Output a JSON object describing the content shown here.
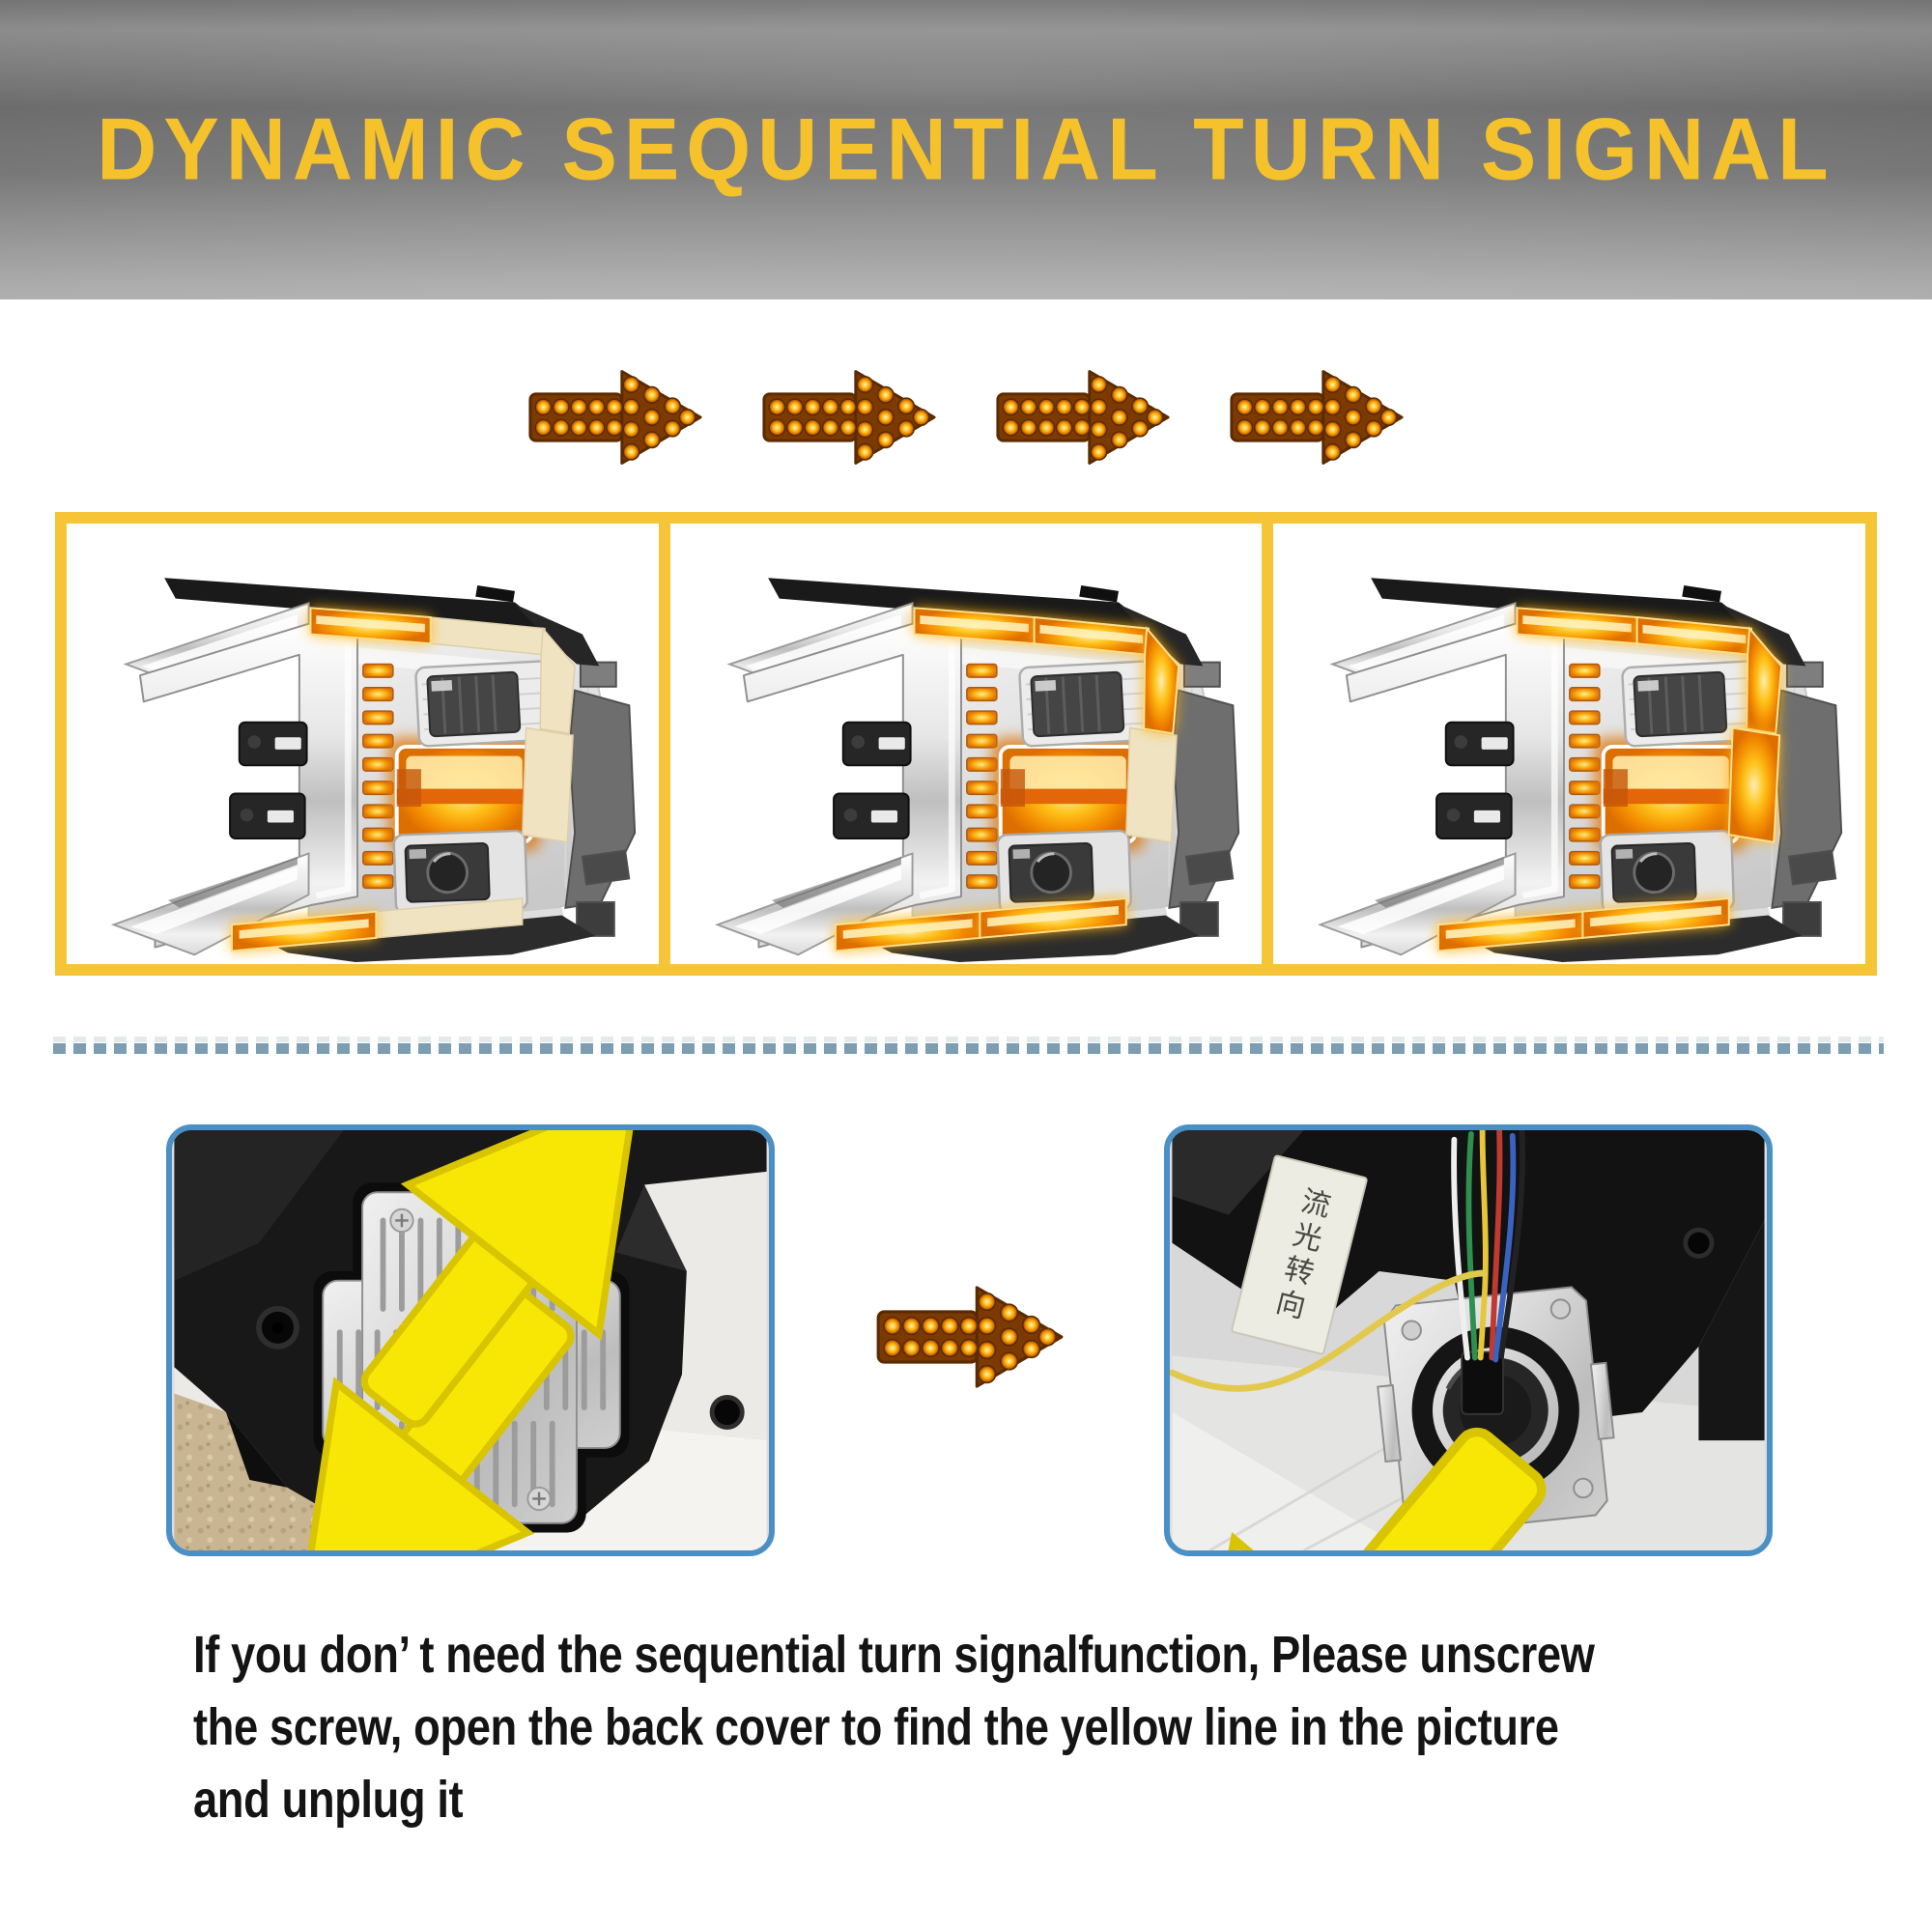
{
  "banner": {
    "title": "DYNAMIC SEQUENTIAL TURN SIGNAL",
    "text_color": "#F5C22C"
  },
  "icons": {
    "sequence_arrow": "led-arrow-icon",
    "annotation_arrow": "yellow-arrow-icon"
  },
  "sequence_arrows": {
    "count": 4
  },
  "panels": {
    "frame_color": "#F6C437",
    "steps": [
      {
        "name": "sequence-step-1"
      },
      {
        "name": "sequence-step-2"
      },
      {
        "name": "sequence-step-3"
      }
    ]
  },
  "divider": {
    "color": "#7D9EB2",
    "style": "dashed"
  },
  "photos": {
    "left": {
      "name": "unscrew-back-cover-photo",
      "annotation_arrows": 4
    },
    "right": {
      "name": "find-yellow-line-photo",
      "annotation_arrows": 1,
      "label_text": "流光转向"
    }
  },
  "instruction": {
    "color": "#141414",
    "lines": [
      "If you don’ t need the sequential turn signalfunction, Please unscrew",
      "the screw, open the back cover to find the yellow line in the picture",
      "and unplug it"
    ]
  }
}
